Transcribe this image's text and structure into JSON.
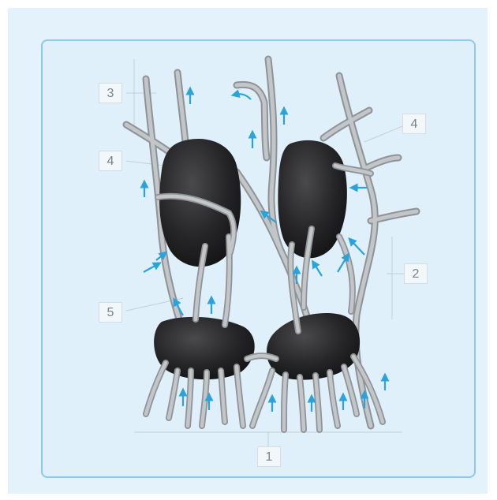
{
  "figure": {
    "colors": {
      "background": "#e3f2fb",
      "frame": "#8cc9ec",
      "nodule": "#2a2a2c",
      "root": "#b9bcbf",
      "arrow": "#2aa3dc",
      "label_text": "#7a8184"
    },
    "labels": {
      "l1": "1",
      "l2": "2",
      "l3": "3",
      "l4a": "4",
      "l4b": "4",
      "l5": "5"
    },
    "elements": {
      "nodules": 4,
      "arrow_icon": "up-arrow-icon"
    }
  }
}
